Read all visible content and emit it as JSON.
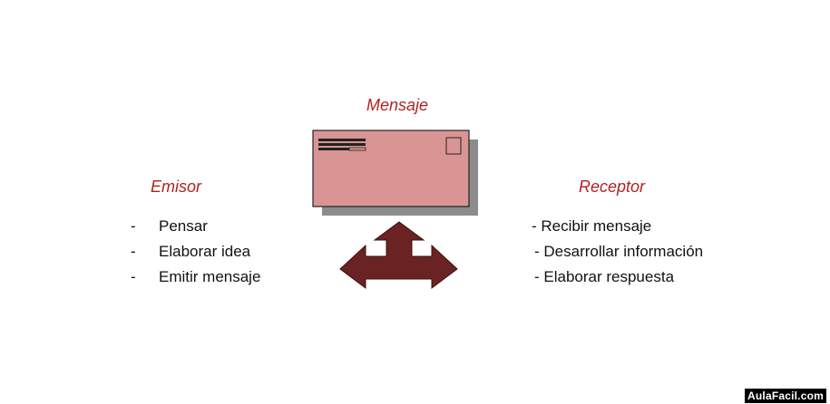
{
  "diagram": {
    "message_label": "Mensaje",
    "sender": {
      "title": "Emisor",
      "items": [
        "Pensar",
        "Elaborar idea",
        "Emitir mensaje"
      ]
    },
    "receiver": {
      "title": "Receptor",
      "items": [
        "- Recibir mensaje",
        "- Desarrollar información",
        "- Elaborar respuesta"
      ]
    }
  },
  "icons": {
    "envelope": "envelope-icon",
    "arrows": "three-way-arrow-icon"
  },
  "colors": {
    "heading": "#b22222",
    "envelope_fill": "#d99594",
    "arrow_fill": "#6b2222"
  },
  "watermark": "AulaFacil.com"
}
